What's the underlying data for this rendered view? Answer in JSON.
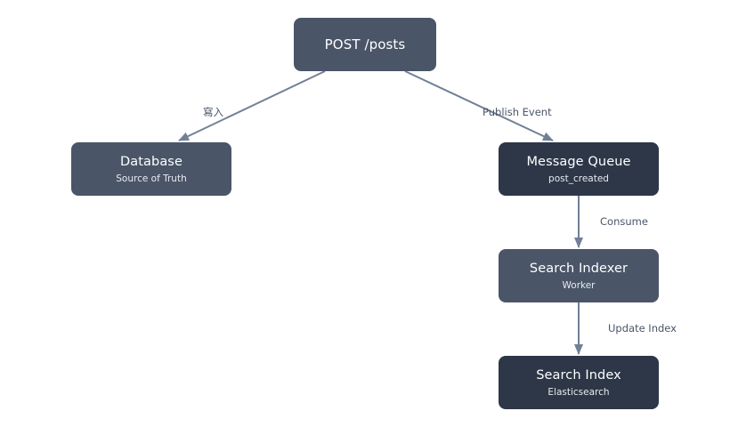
{
  "colors": {
    "node_light": "#4a5568",
    "node_dark": "#2d3748",
    "edge": "#718096",
    "label": "#4a5568"
  },
  "nodes": {
    "post": {
      "title": "POST /posts"
    },
    "database": {
      "title": "Database",
      "subtitle": "Source of Truth"
    },
    "queue": {
      "title": "Message Queue",
      "subtitle": "post_created"
    },
    "indexer": {
      "title": "Search Indexer",
      "subtitle": "Worker"
    },
    "index": {
      "title": "Search Index",
      "subtitle": "Elasticsearch"
    }
  },
  "edges": {
    "write": "寫入",
    "publish": "Publish Event",
    "consume": "Consume",
    "update": "Update Index"
  }
}
